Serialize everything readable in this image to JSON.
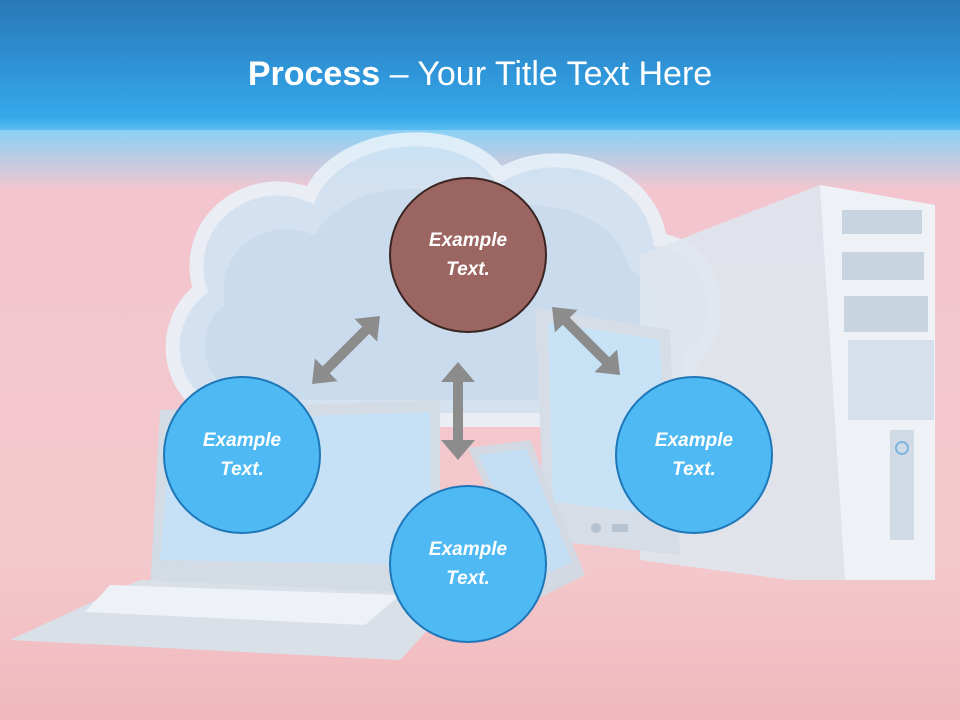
{
  "header": {
    "title_bold": "Process",
    "title_rest": " – Your Title Text Here"
  },
  "diagram": {
    "top_node": "Example Text.",
    "left_node": "Example Text.",
    "bottom_node": "Example Text.",
    "right_node": "Example Text."
  },
  "colors": {
    "accent_blue": "#4fb9f3",
    "accent_brown": "#9b6661",
    "arrow_gray": "#8c8c8c"
  },
  "icons": [
    "cloud-icon",
    "laptop-icon",
    "tablet-icon",
    "smartphone-icon",
    "desktop-tower-icon",
    "double-arrow-icon"
  ]
}
